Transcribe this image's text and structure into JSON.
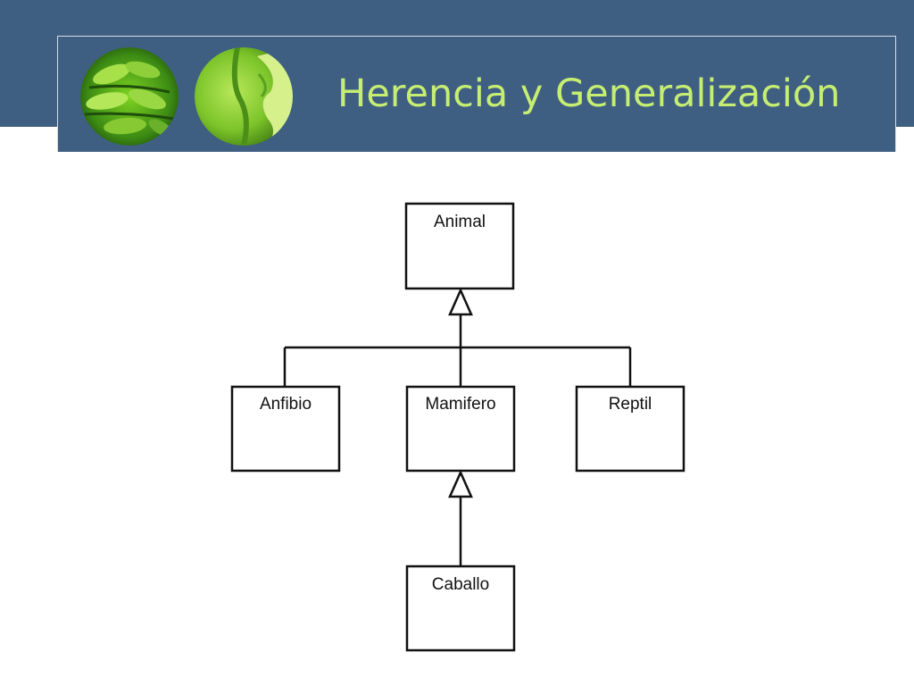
{
  "slide": {
    "title": "Herencia y Generalización"
  },
  "icons": {
    "left": "green-leaves-photo-icon",
    "right": "green-leaf-closeup-icon"
  },
  "colors": {
    "header_band": "#3f5f82",
    "frame_border": "#d8dde4",
    "title": "#c6ee72",
    "diagram_stroke": "#111111"
  },
  "diagram": {
    "classes": {
      "animal": "Animal",
      "anfibio": "Anfibio",
      "mamifero": "Mamifero",
      "reptil": "Reptil",
      "caballo": "Caballo"
    },
    "generalizations": [
      {
        "parent": "Animal",
        "children": [
          "Anfibio",
          "Mamifero",
          "Reptil"
        ]
      },
      {
        "parent": "Mamifero",
        "children": [
          "Caballo"
        ]
      }
    ]
  }
}
